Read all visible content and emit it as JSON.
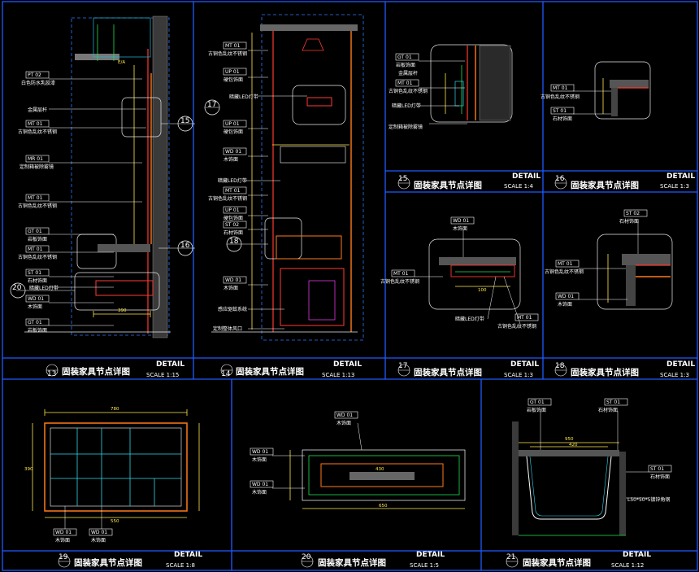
{
  "panels": [
    {
      "id": "13",
      "number": "13",
      "title": "固装家具节点详图",
      "detail": "DETAIL",
      "scale": "SCALE 1:15"
    },
    {
      "id": "14",
      "number": "14",
      "title": "固装家具节点详图",
      "detail": "DETAIL",
      "scale": "SCALE 1:13"
    },
    {
      "id": "15",
      "number": "15",
      "title": "固装家具节点详图",
      "detail": "DETAIL",
      "scale": "SCALE 1:4"
    },
    {
      "id": "16",
      "number": "16",
      "title": "固装家具节点详图",
      "detail": "DETAIL",
      "scale": "SCALE 1:3"
    },
    {
      "id": "17",
      "number": "17",
      "title": "固装家具节点详图",
      "detail": "DETAIL",
      "scale": "SCALE 1:3"
    },
    {
      "id": "18",
      "number": "18",
      "title": "固装家具节点详图",
      "detail": "DETAIL",
      "scale": "SCALE 1:3"
    },
    {
      "id": "19",
      "number": "19",
      "title": "固装家具节点详图",
      "detail": "DETAIL",
      "scale": "SCALE 1:8"
    },
    {
      "id": "20",
      "number": "20",
      "title": "固装家具节点详图",
      "detail": "DETAIL",
      "scale": "SCALE 1:5"
    },
    {
      "id": "21",
      "number": "21",
      "title": "固装家具节点详图",
      "detail": "DETAIL",
      "scale": "SCALE 1:12"
    }
  ],
  "callouts": {
    "p13": [
      {
        "code": "PT 02",
        "text": "白色防水乳胶漆"
      },
      {
        "code": "",
        "text": "金属层杆"
      },
      {
        "code": "MT 01",
        "text": "古铜色乱纹不锈钢"
      },
      {
        "code": "MR 01",
        "text": "定制箱被除雾镜"
      },
      {
        "code": "MT 01",
        "text": "古铜色乱纹不锈钢"
      },
      {
        "code": "GT 01",
        "text": "岩板饰面"
      },
      {
        "code": "MT 01",
        "text": "古铜色乱纹不锈钢"
      },
      {
        "code": "ST 01",
        "text": "石材饰面"
      },
      {
        "code": "",
        "text": "暗藏LED灯带"
      },
      {
        "code": "WD 01",
        "text": "木饰面"
      },
      {
        "code": "GT 01",
        "text": "岩板饰面"
      }
    ],
    "p14": [
      {
        "code": "MT 01",
        "text": "古铜色乱纹不锈钢"
      },
      {
        "code": "UP 01",
        "text": "硬包饰面"
      },
      {
        "code": "",
        "text": "暗藏LED灯带"
      },
      {
        "code": "UP 01",
        "text": "硬包饰面"
      },
      {
        "code": "WD 01",
        "text": "木饰面"
      },
      {
        "code": "",
        "text": "暗藏LED灯带"
      },
      {
        "code": "MT 01",
        "text": "古铜色乱纹不锈钢"
      },
      {
        "code": "UP 01",
        "text": "硬包饰面"
      },
      {
        "code": "ST 02",
        "text": "石材饰面"
      },
      {
        "code": "WD 01",
        "text": "木饰面"
      },
      {
        "code": "",
        "text": "感应驱蚊系统"
      },
      {
        "code": "",
        "text": "定制整体风口"
      }
    ],
    "p15": [
      {
        "code": "GT 01",
        "text": "岩板饰面"
      },
      {
        "code": "",
        "text": "金属层杆"
      },
      {
        "code": "MT 01",
        "text": "古铜色乱纹不锈钢"
      },
      {
        "code": "",
        "text": "暗藏LED灯带"
      },
      {
        "code": "",
        "text": "定制箱被除雾镜"
      }
    ],
    "p16": [
      {
        "code": "MT 01",
        "text": "古铜色乱纹不锈钢"
      },
      {
        "code": "ST 01",
        "text": "石材饰面"
      }
    ],
    "p17": [
      {
        "code": "WD 01",
        "text": "木饰面"
      },
      {
        "code": "MT 01",
        "text": "古铜色乱纹不锈钢"
      },
      {
        "code": "",
        "text": "暗藏LED灯带"
      },
      {
        "code": "MT 01",
        "text": "古铜色乱纹不锈钢"
      }
    ],
    "p18": [
      {
        "code": "ST 02",
        "text": "石材饰面"
      },
      {
        "code": "MT 01",
        "text": "古铜色乱纹不锈钢"
      },
      {
        "code": "WD 01",
        "text": "木饰面"
      }
    ],
    "p19": [
      {
        "code": "WD 01",
        "text": "木饰面"
      },
      {
        "code": "WD 01",
        "text": "木饰面"
      }
    ],
    "p20": [
      {
        "code": "WD 01",
        "text": "木饰面"
      },
      {
        "code": "WD 01",
        "text": "木饰面"
      },
      {
        "code": "WD 01",
        "text": "木饰面"
      }
    ],
    "p21": [
      {
        "code": "GT 01",
        "text": "岩板饰面"
      },
      {
        "code": "ST 01",
        "text": "石材饰面"
      },
      {
        "code": "ST 01",
        "text": "石材饰面"
      },
      {
        "code": "",
        "text": "L50*50*5镀锌角钢"
      }
    ]
  },
  "markers": {
    "m15": "15",
    "m16": "16",
    "m17": "17",
    "m18": "18",
    "m20": "20",
    "ea": "E/A"
  },
  "dims": {
    "p13_w": "390",
    "p19_w": "780",
    "p19_h": "390",
    "p19_b": "550",
    "p20_w": "650",
    "p20_i": "430",
    "p21_w": "950",
    "p21_i": "420",
    "p17_w": "100"
  },
  "colors": {
    "frame": "#1f5bff",
    "accent_red": "#ff3b2f",
    "accent_orange": "#ff7a1a",
    "dim_yellow": "#ffe94a"
  }
}
